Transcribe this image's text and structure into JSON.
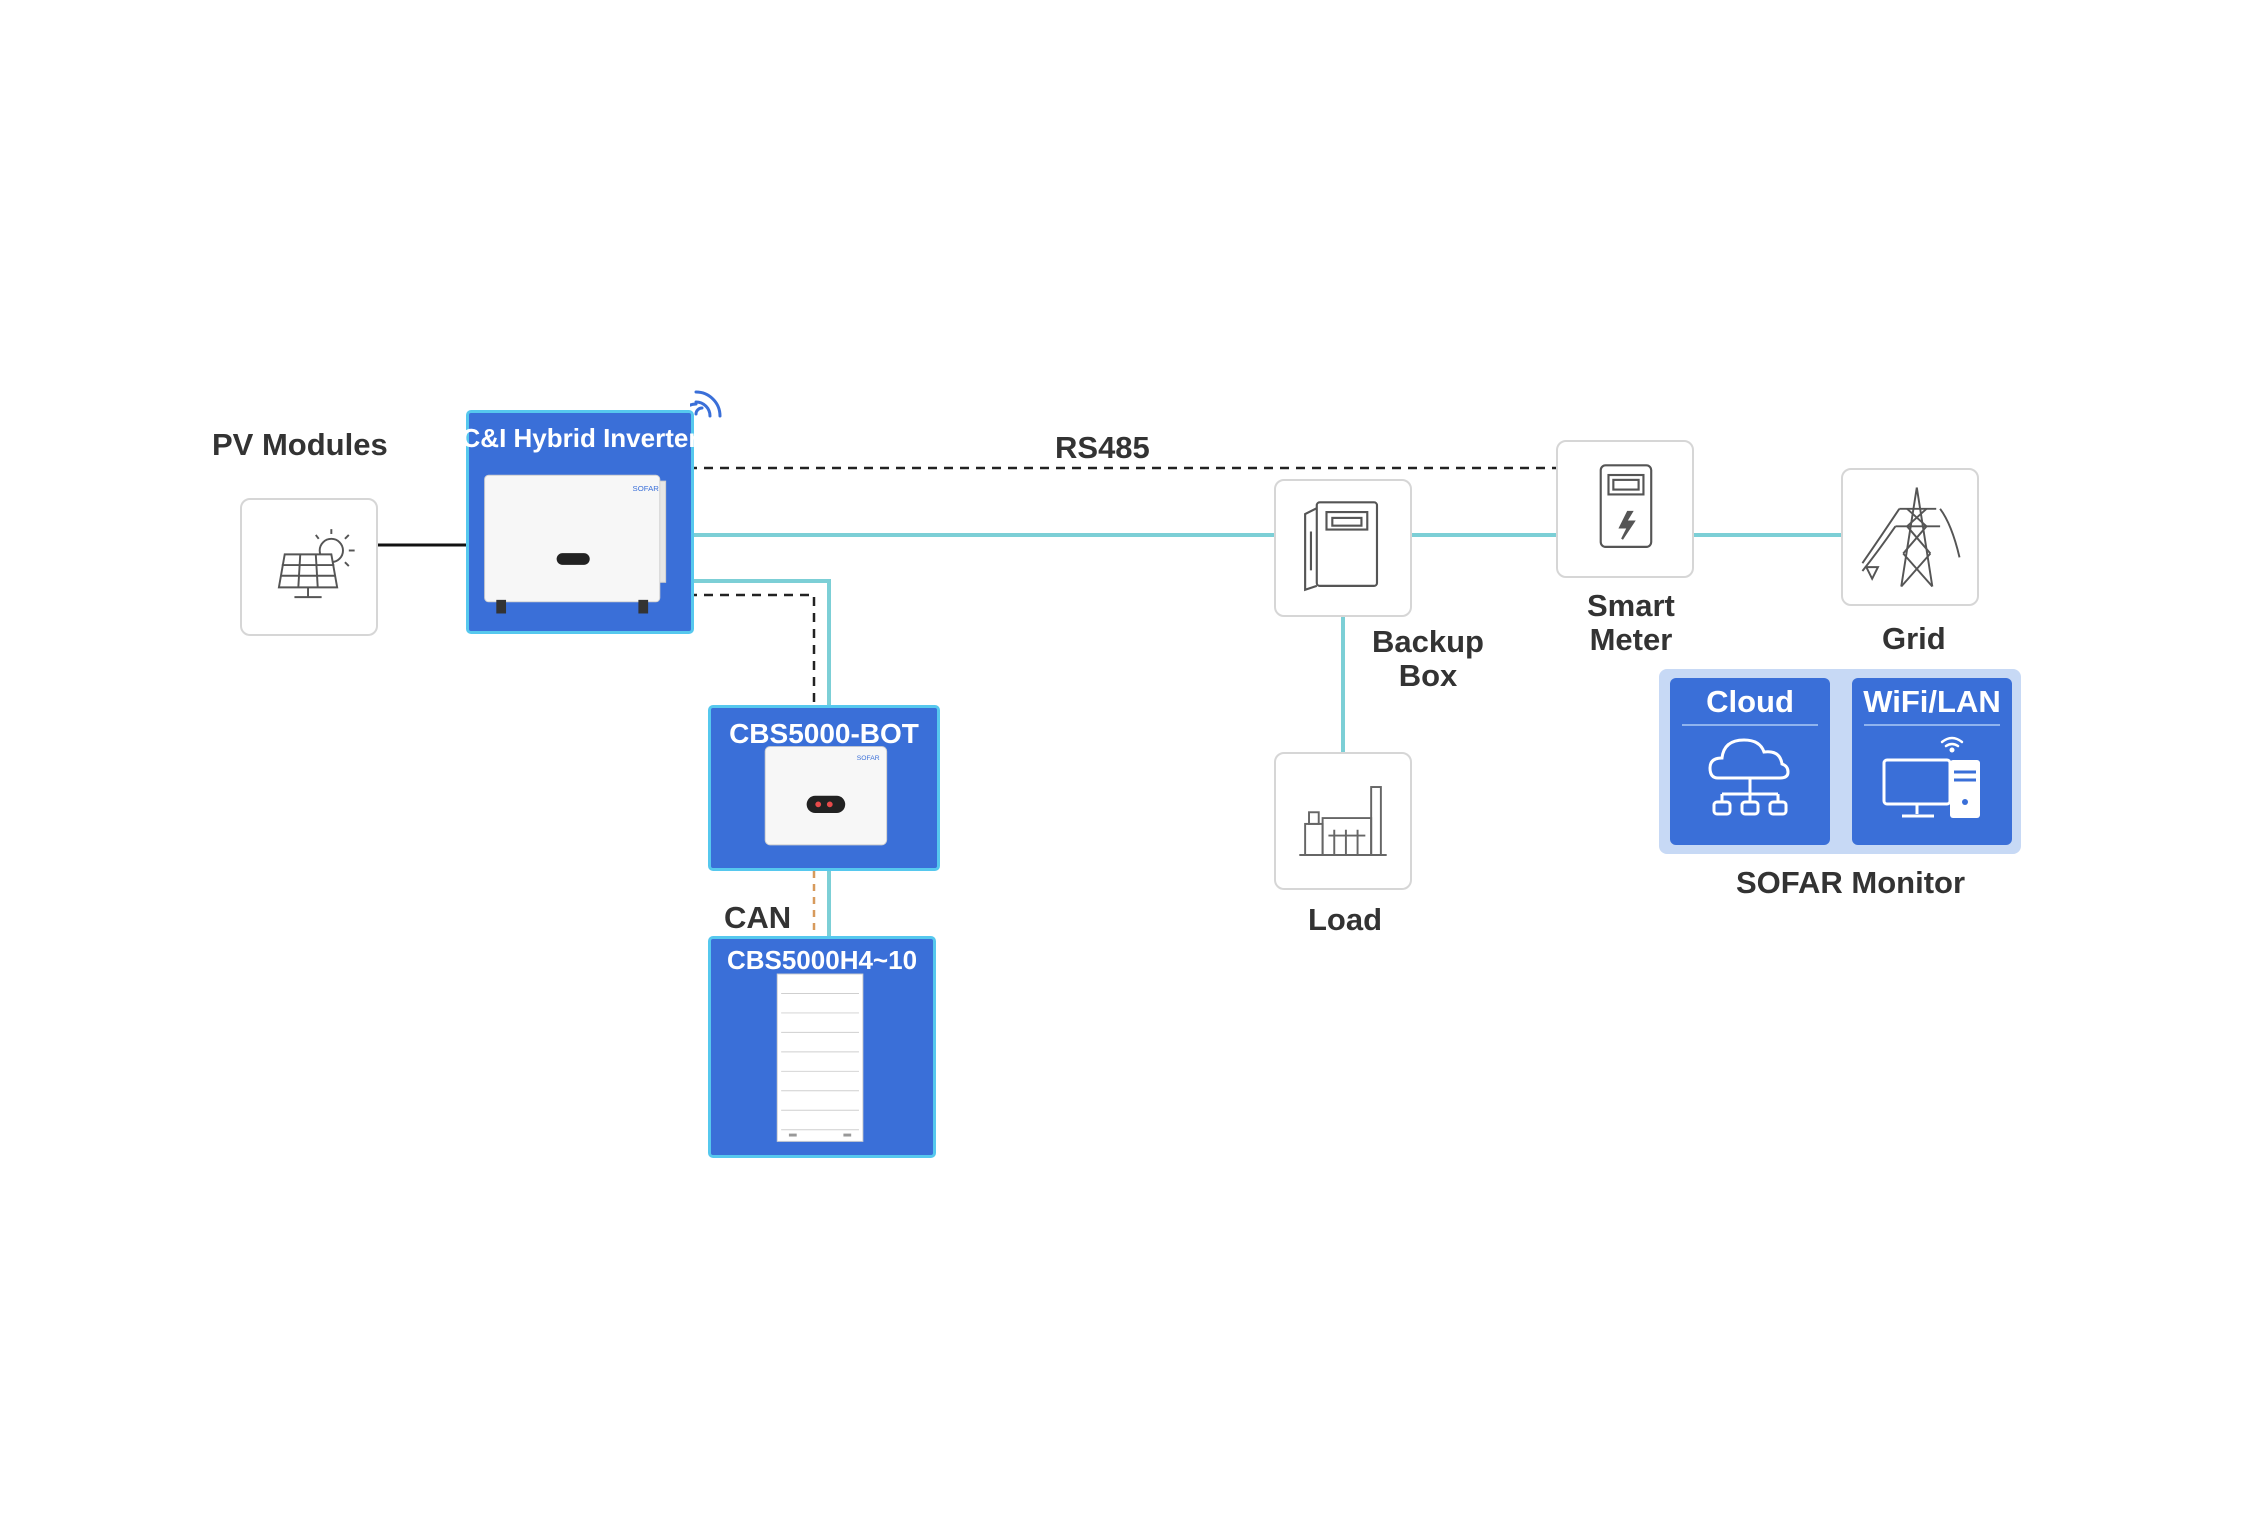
{
  "labels": {
    "pv_modules": "PV Modules",
    "rs485": "RS485",
    "can": "CAN",
    "backup_box_line1": "Backup",
    "backup_box_line2": "Box",
    "smart_meter_line1": "Smart",
    "smart_meter_line2": "Meter",
    "grid": "Grid",
    "load": "Load",
    "sofar_monitor": "SOFAR Monitor"
  },
  "devices": {
    "inverter_title": "C&I Hybrid Inverter",
    "bot_title": "CBS5000-BOT",
    "battery_title": "CBS5000H4~10",
    "brand": "SOFAR"
  },
  "monitor": {
    "cloud": "Cloud",
    "wifi_lan": "WiFi/LAN"
  },
  "colors": {
    "device_blue": "#3a6fd8",
    "device_border": "#56c8ee",
    "power_line": "#7ccfd6",
    "text": "#333333"
  },
  "icons": [
    "solar-panel-icon",
    "wifi-signal-icon",
    "backup-box-icon",
    "smart-meter-icon",
    "power-tower-icon",
    "factory-load-icon",
    "cloud-network-icon",
    "computer-wifi-icon"
  ]
}
